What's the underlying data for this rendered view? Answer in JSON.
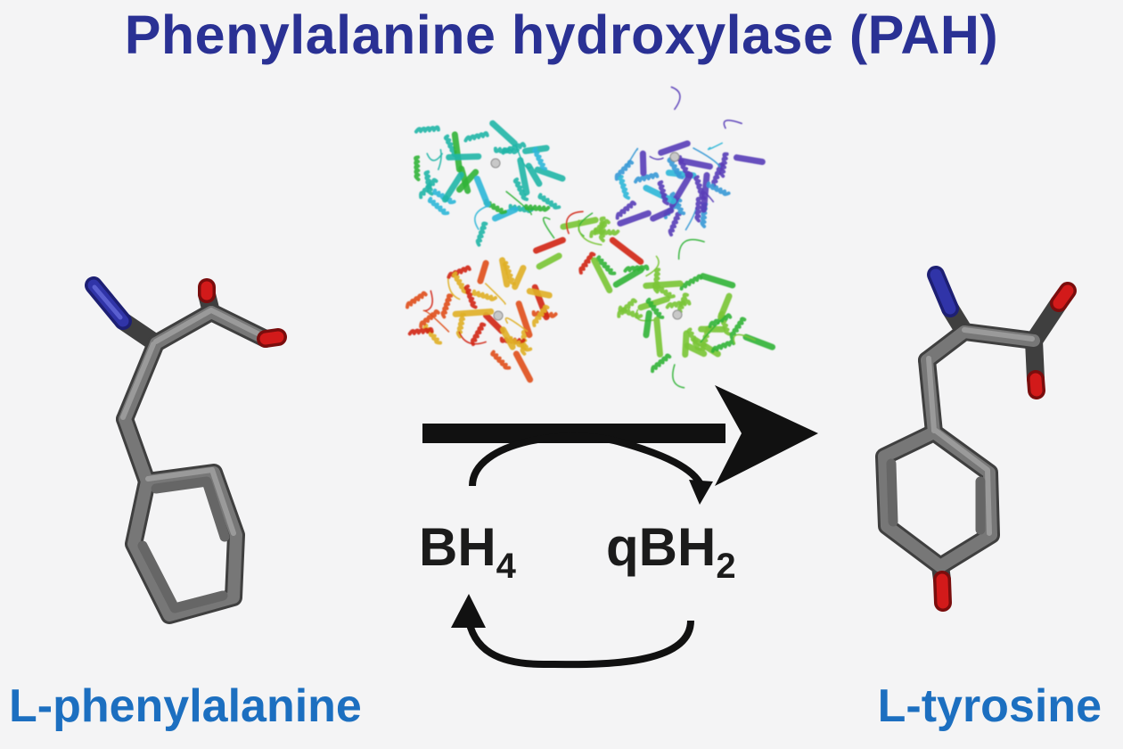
{
  "title": "Phenylalanine hydroxylase (PAH)",
  "substrate": {
    "label": "L-phenylalanine"
  },
  "product": {
    "label": "L-tyrosine"
  },
  "cofactors": {
    "reduced": {
      "base": "BH",
      "subscript": "4"
    },
    "oxidized": {
      "base": "qBH",
      "subscript": "2"
    }
  },
  "colors": {
    "title": "#2a3194",
    "labels": "#1c6fc0",
    "carbon": "#6a6a6a",
    "nitrogen": "#2c2f9e",
    "oxygen": "#d21a1a",
    "arrow": "#111111"
  },
  "protein_chain_colors": [
    "#23b6a8",
    "#31b7d8",
    "#3a9ad6",
    "#5a3fb8",
    "#34b43a",
    "#7bc637",
    "#e0b028",
    "#e0501e",
    "#d12618"
  ]
}
